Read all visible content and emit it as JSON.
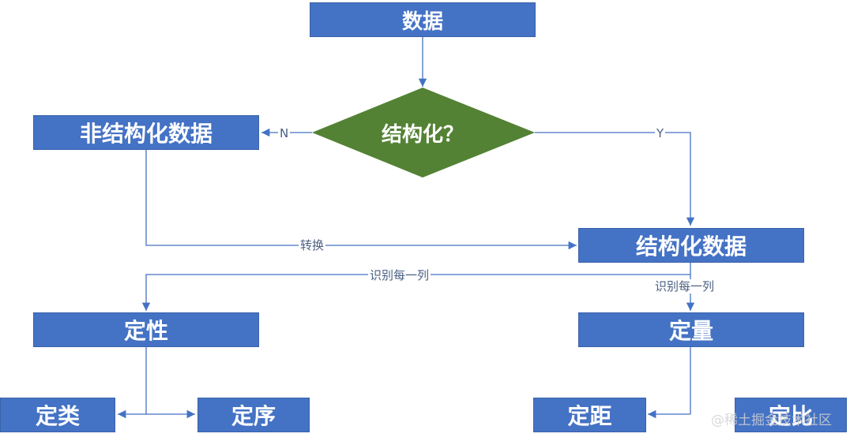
{
  "nodes": {
    "data": "数据",
    "decision": "结构化？",
    "unstructured": "非结构化数据",
    "structured": "结构化数据",
    "qualitative": "定性",
    "quantitative": "定量",
    "nominal": "定类",
    "ordinal": "定序",
    "interval": "定距",
    "ratio": "定比"
  },
  "edge_labels": {
    "no": "N",
    "yes": "Y",
    "convert": "转换",
    "identify_left": "识别每一列",
    "identify_right": "识别每一列"
  },
  "watermark": "@稀土掘金技术社区",
  "colors": {
    "box_fill": "#4472c4",
    "decision_fill": "#548235",
    "line": "#4472c4",
    "text": "#ffffff"
  }
}
